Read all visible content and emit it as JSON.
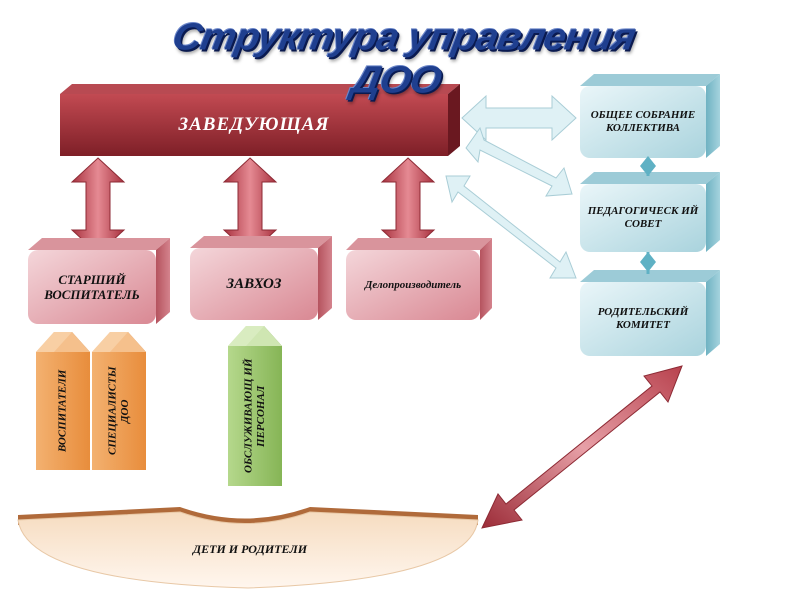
{
  "title": "Структура управления ДОО",
  "head": "ЗАВЕДУЮЩАЯ",
  "staff": {
    "senior_teacher": "СТАРШИЙ ВОСПИТАТЕЛЬ",
    "supply_manager": "ЗАВХОЗ",
    "clerk": "Делопроизводитель"
  },
  "councils": {
    "general_meeting": "ОБЩЕЕ СОБРАНИЕ КОЛЛЕКТИВА",
    "pedagogical_council": "ПЕДАГОГИЧЕСК ИЙ СОВЕТ",
    "parent_committee": "РОДИТЕЛЬСКИЙ КОМИТЕТ"
  },
  "columns": {
    "teachers": "ВОСПИТАТЕЛИ",
    "specialists": "СПЕЦИАЛИСТЫ ДОО",
    "service_staff": "ОБСЛУЖИВАЮЩ ИЙ ПЕРСОНАЛ"
  },
  "base": "ДЕТИ И РОДИТЕЛИ",
  "colors": {
    "head": "#9e2f36",
    "pink_box": "#e3a4ac",
    "blue_box": "#cfe8ee",
    "orange_column": "#f0a45a",
    "green_column": "#9cc56e",
    "base": "#f1c9a0",
    "arrow_red": "#c9515d",
    "arrow_blue": "#d7edf2",
    "title": "#1f3f8f"
  }
}
